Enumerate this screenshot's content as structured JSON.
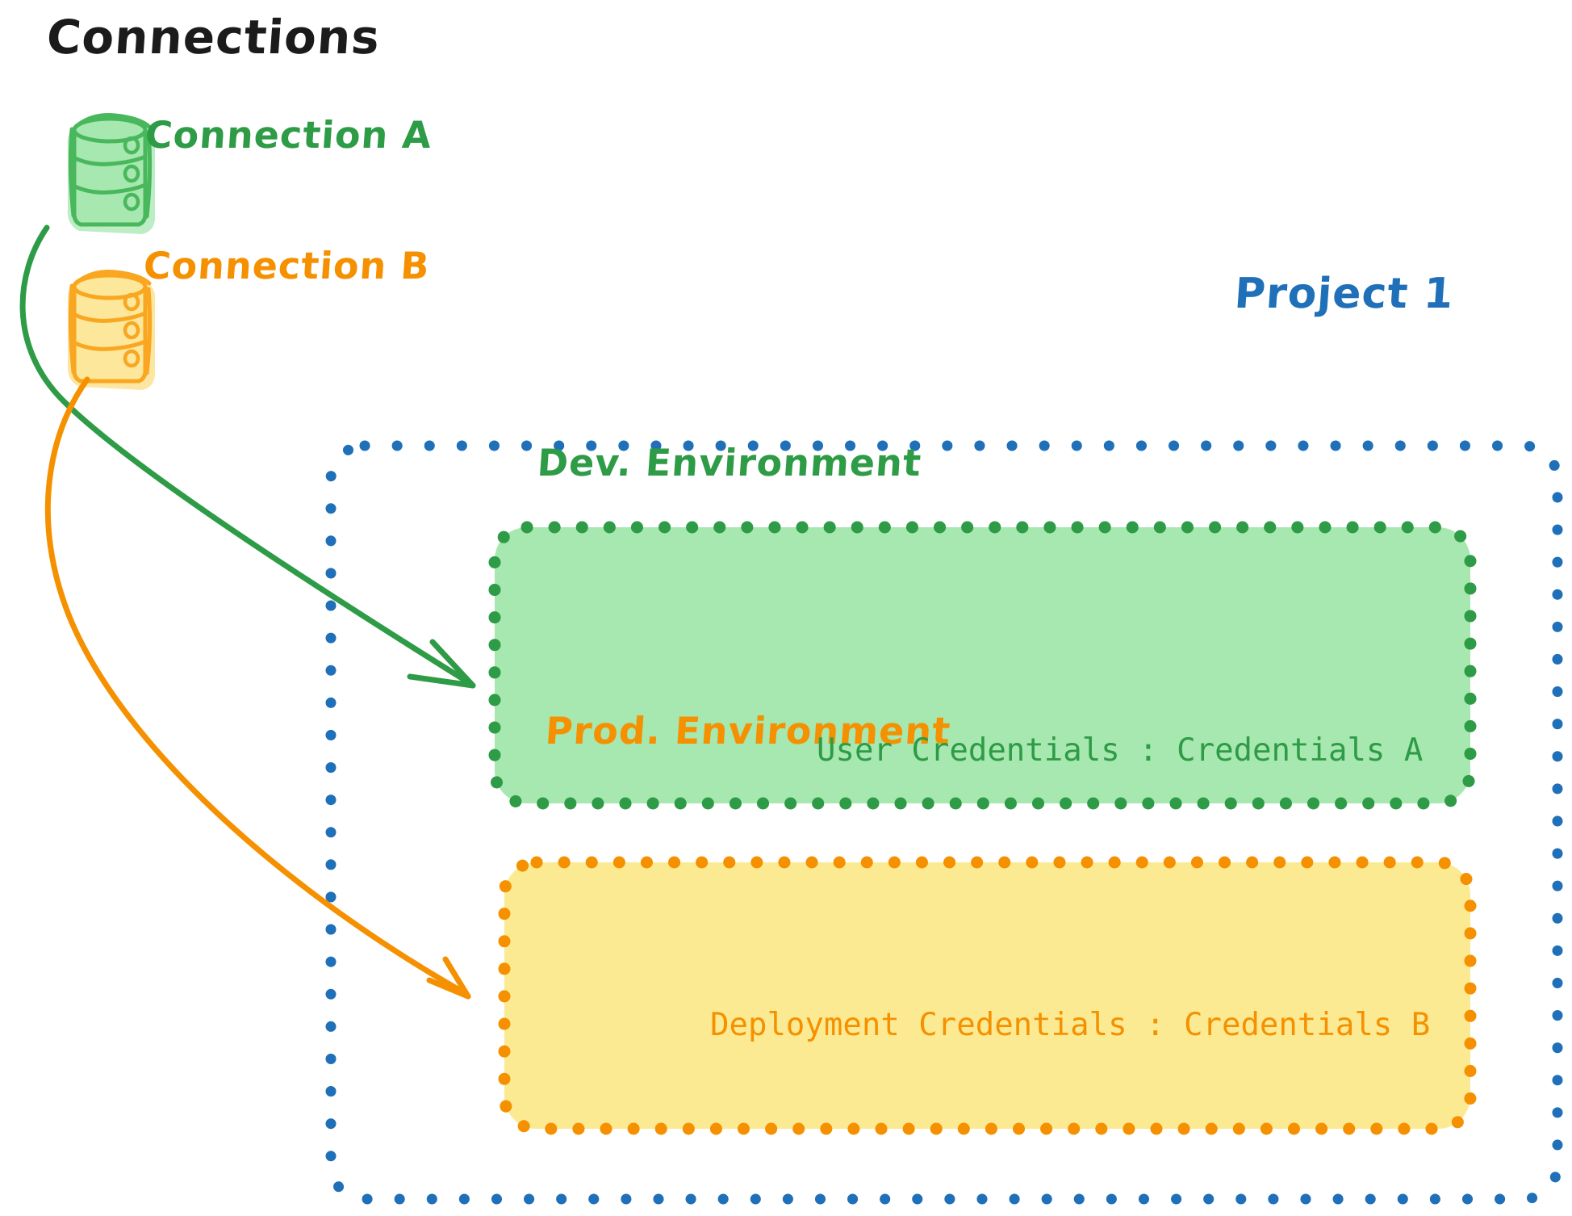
{
  "diagram": {
    "type": "architecture-diagram",
    "background": "#ffffff",
    "title": "Connections"
  },
  "palette": {
    "green_stroke": "#2E9B46",
    "green_fill": "#A7E7B0",
    "orange_stroke": "#F59100",
    "orange_fill": "#FCEA93",
    "blue_stroke": "#1F70B8",
    "text_dark": "#1b1b1b"
  },
  "connections_panel": {
    "heading": "Connections",
    "items": [
      {
        "label": "Connection A",
        "icon": "database-cylinder-icon",
        "color": "#2E9B46",
        "target": "Dev. Environment"
      },
      {
        "label": "Connection B",
        "icon": "database-cylinder-icon",
        "color": "#F59100",
        "target": "Prod. Environment"
      }
    ]
  },
  "project": {
    "label": "Project 1",
    "color": "#1F70B8",
    "border_style": "dotted",
    "environments": [
      {
        "name": "Dev. Environment",
        "color": "#2E9B46",
        "fill": "#A7E7B0",
        "border_style": "dotted",
        "credential_key": "User Credentials",
        "credential_separator": ":",
        "credential_value": "Credentials A",
        "credential_line": "User Credentials : Credentials A"
      },
      {
        "name": "Prod. Environment",
        "color": "#F59100",
        "fill": "#FCEA93",
        "border_style": "dotted",
        "credential_key": "Deployment Credentials",
        "credential_separator": ":",
        "credential_value": "Credentials B",
        "credential_line": "Deployment Credentials : Credentials B"
      }
    ]
  },
  "arrows": [
    {
      "name": "arrow-connection-a-to-dev",
      "from": "Connection A",
      "to": "Dev. Environment",
      "color": "#2E9B46"
    },
    {
      "name": "arrow-connection-b-to-prod",
      "from": "Connection B",
      "to": "Prod. Environment",
      "color": "#F59100"
    }
  ]
}
